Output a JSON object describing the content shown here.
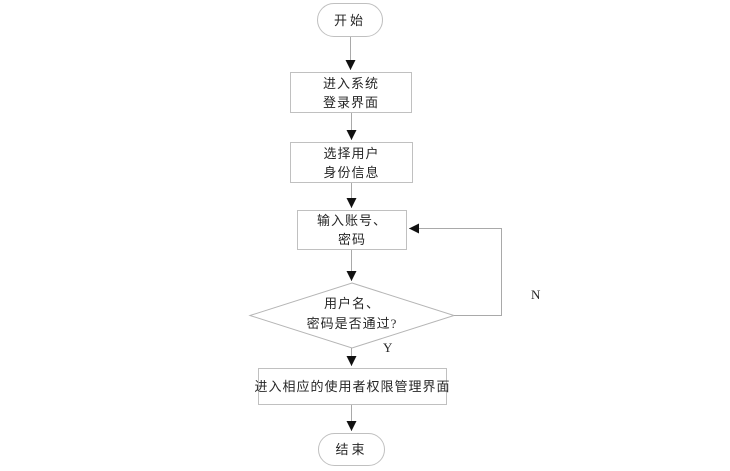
{
  "diagram": {
    "name": "login-process-flowchart",
    "nodes": {
      "start": {
        "label": "开始",
        "type": "terminator"
      },
      "enter_login": {
        "lines": [
          "进入系统",
          "登录界面"
        ],
        "type": "process"
      },
      "select_identity": {
        "lines": [
          "选择用户",
          "身份信息"
        ],
        "type": "process"
      },
      "input_account": {
        "lines": [
          "输入账号、",
          "密码"
        ],
        "type": "process"
      },
      "check_pass": {
        "lines": [
          "用户名、",
          "密码是否通过?"
        ],
        "type": "decision"
      },
      "enter_admin": {
        "label": "进入相应的使用者权限管理界面",
        "type": "process"
      },
      "end": {
        "label": "结束",
        "type": "terminator"
      }
    },
    "branch_labels": {
      "yes": "Y",
      "no": "N"
    },
    "colors": {
      "node_border": "#c0c0c0",
      "connector_line": "#a9a9a9",
      "arrowhead": "#111111",
      "text": "#262626",
      "background": "#ffffff"
    }
  }
}
